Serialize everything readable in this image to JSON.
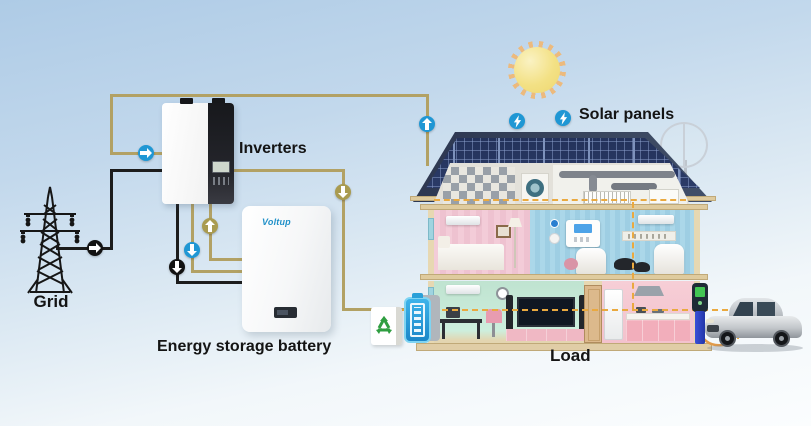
{
  "labels": {
    "grid": "Grid",
    "inverters": "Inverters",
    "energy_storage_battery": "Energy storage battery",
    "solar_panels": "Solar panels",
    "load": "Load"
  },
  "battery": {
    "brand": "Voltup"
  },
  "colors": {
    "wire_tan": "#b2a164",
    "wire_black": "#1c1c1c",
    "wire_dashed_orange": "#eaa93f",
    "flow_blue": "#1f97d4",
    "flow_tan": "#a99b50",
    "flow_black": "#121212",
    "sun_body": "#f3e185",
    "sun_rays": "#ecba7e",
    "solar_panel": "#2c3c6a",
    "charger_screen_green": "#43c553",
    "battery_icon_blue": "#2aa7dc",
    "recycle_green": "#2f9e41"
  },
  "icons": [
    {
      "name": "sun-icon"
    },
    {
      "name": "flow-right-blue-icon",
      "glyph": "right-arrow"
    },
    {
      "name": "flow-right-black-icon",
      "glyph": "right-arrow"
    },
    {
      "name": "flow-down-black-icon",
      "glyph": "down-arrow"
    },
    {
      "name": "flow-down-blue-icon",
      "glyph": "down-arrow"
    },
    {
      "name": "flow-up-tan-icon",
      "glyph": "up-arrow"
    },
    {
      "name": "flow-down-tan-icon",
      "glyph": "down-arrow"
    },
    {
      "name": "flow-up-blue-icon",
      "glyph": "up-arrow"
    },
    {
      "name": "bolt-blue-icon-1",
      "glyph": "lightning-bolt"
    },
    {
      "name": "bolt-blue-icon-2",
      "glyph": "lightning-bolt"
    },
    {
      "name": "recycle-icon",
      "glyph": "recycle-arrows"
    }
  ]
}
